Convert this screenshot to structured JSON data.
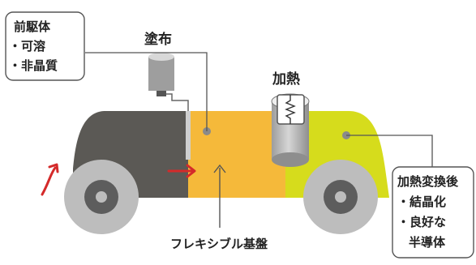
{
  "precursor_box": {
    "title": "前駆体",
    "items": [
      "・可溶",
      "・非晶質"
    ]
  },
  "coating": {
    "label": "塗布"
  },
  "heating": {
    "label": "加熱"
  },
  "after_box": {
    "title": "加熱変換後",
    "items": [
      "・結晶化",
      "・良好な",
      "半導体"
    ]
  },
  "substrate": {
    "label": "フレキシブル基盤"
  },
  "colors": {
    "dark_film": "#5b5955",
    "coated_film": "#f5b93a",
    "converted_film": "#d6dc1c",
    "roller": "#bdbdbd",
    "arrow": "#d42a2a"
  }
}
